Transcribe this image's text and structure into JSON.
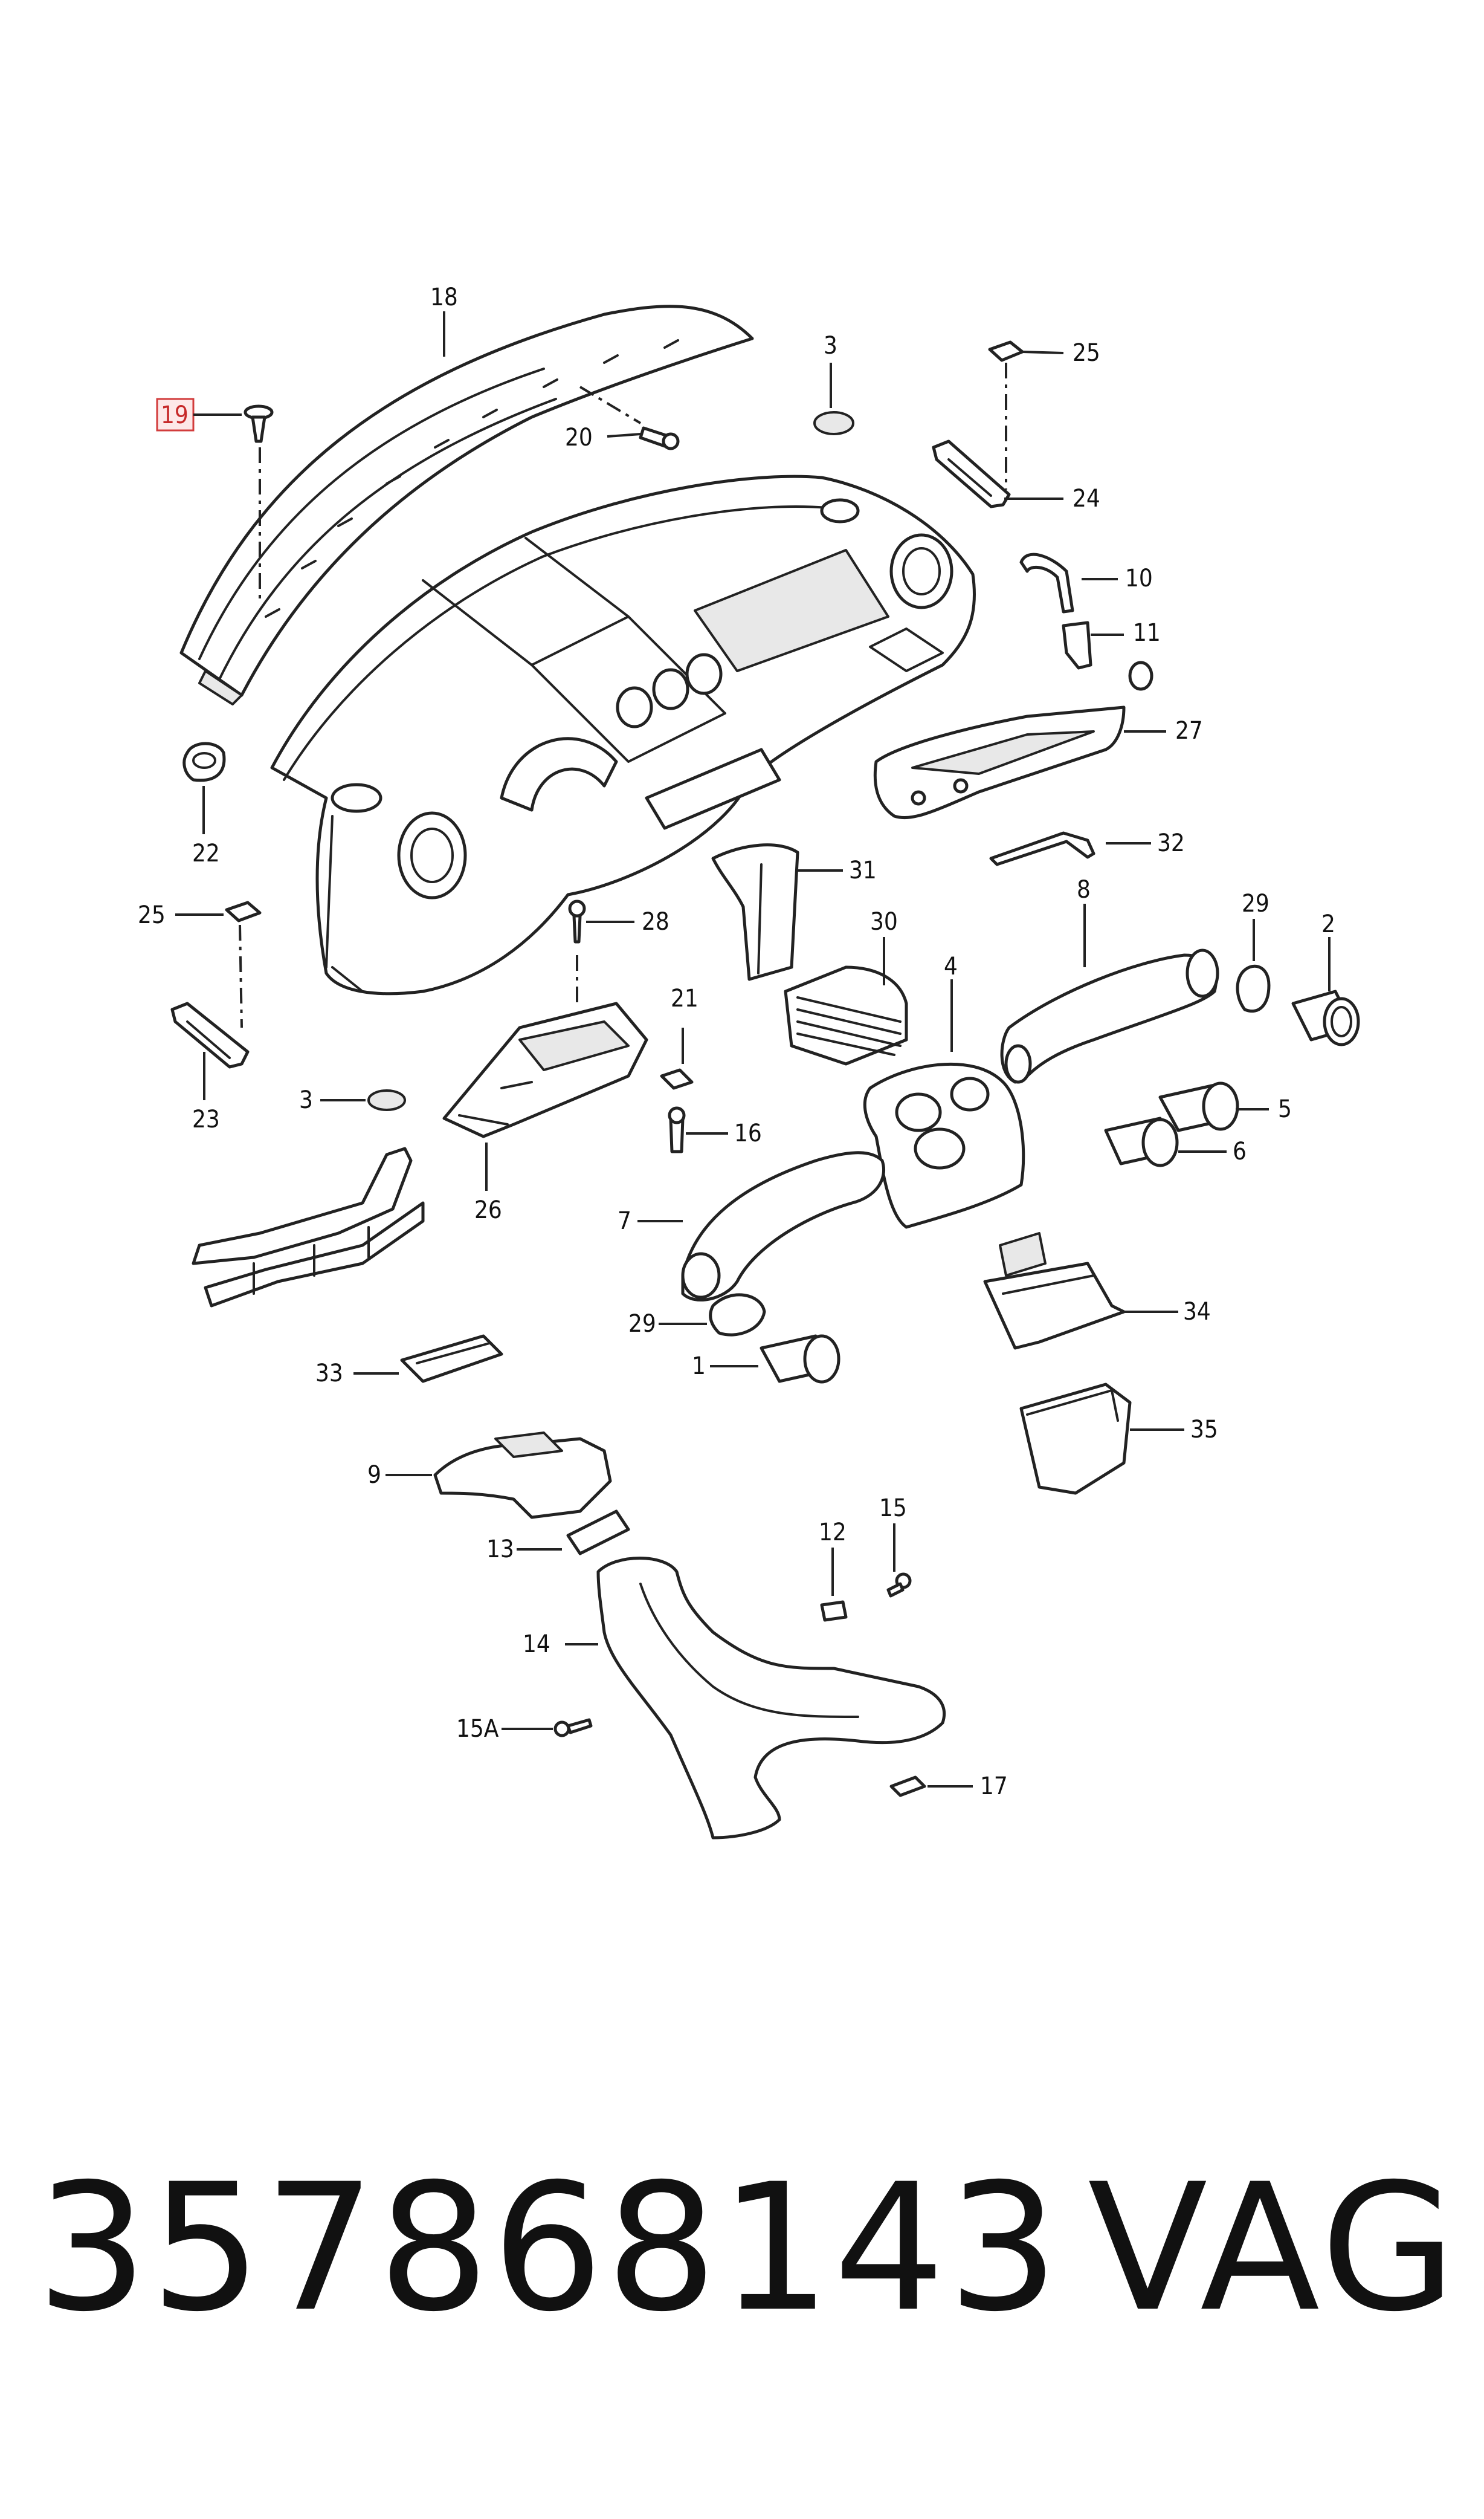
{
  "diagram": {
    "highlight_color": "#d23c3c",
    "callouts": {
      "c18": "18",
      "c19": "19",
      "c20": "20",
      "c3a": "3",
      "c25a": "25",
      "c24": "24",
      "c10": "10",
      "c11": "11",
      "c27": "27",
      "c32": "32",
      "c22": "22",
      "c25b": "25",
      "c28": "28",
      "c31": "31",
      "c30": "30",
      "c8": "8",
      "c29a": "29",
      "c2": "2",
      "c23": "23",
      "c21": "21",
      "c4": "4",
      "c3b": "3",
      "c16": "16",
      "c5": "5",
      "c6": "6",
      "c26": "26",
      "c7": "7",
      "c34": "34",
      "c29b": "29",
      "c33": "33",
      "c1": "1",
      "c35": "35",
      "c9": "9",
      "c12": "12",
      "c15": "15",
      "c13": "13",
      "c14": "14",
      "c15a": "15A",
      "c17": "17"
    },
    "highlighted_callout": "19"
  },
  "footer": {
    "part_number": "357868143",
    "brand": "VAG"
  }
}
